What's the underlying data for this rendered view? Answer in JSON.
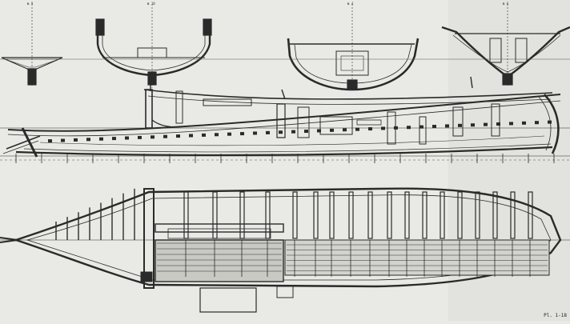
{
  "drawing": {
    "sheet_label": "Pl. 1-18",
    "section_labels": [
      "№ 9",
      "№ 10",
      "№ 4",
      "№ 6"
    ]
  },
  "colors": {
    "paper": "#e9e9e5",
    "ink": "#2a2a2a",
    "light_ink": "#555555",
    "plank": "#c9c9c4"
  }
}
